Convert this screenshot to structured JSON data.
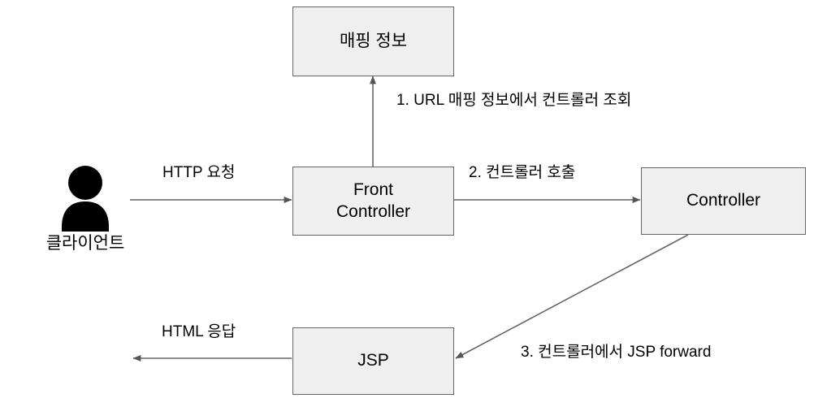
{
  "diagram": {
    "title_text": "Front Controller pattern flow",
    "colors": {
      "box_fill": "#efefef",
      "box_border": "#666666",
      "edge_stroke": "#666666",
      "text": "#000000",
      "actor_fill": "#000000",
      "background": "#ffffff"
    },
    "nodes": [
      {
        "id": "mapping-info",
        "label": "매핑 정보"
      },
      {
        "id": "front-controller",
        "label": "Front\nController"
      },
      {
        "id": "controller",
        "label": "Controller"
      },
      {
        "id": "jsp",
        "label": "JSP"
      }
    ],
    "actor": {
      "id": "client",
      "label": "클라이언트",
      "icon": "person-icon"
    },
    "edge_labels": [
      {
        "id": "http-request",
        "text": "HTTP 요청"
      },
      {
        "id": "step-1",
        "text": "1. URL 매핑 정보에서 컨트롤러 조회"
      },
      {
        "id": "step-2",
        "text": "2. 컨트롤러 호출"
      },
      {
        "id": "step-3",
        "text": "3. 컨트롤러에서 JSP forward"
      },
      {
        "id": "html-response",
        "text": "HTML 응답"
      }
    ]
  }
}
